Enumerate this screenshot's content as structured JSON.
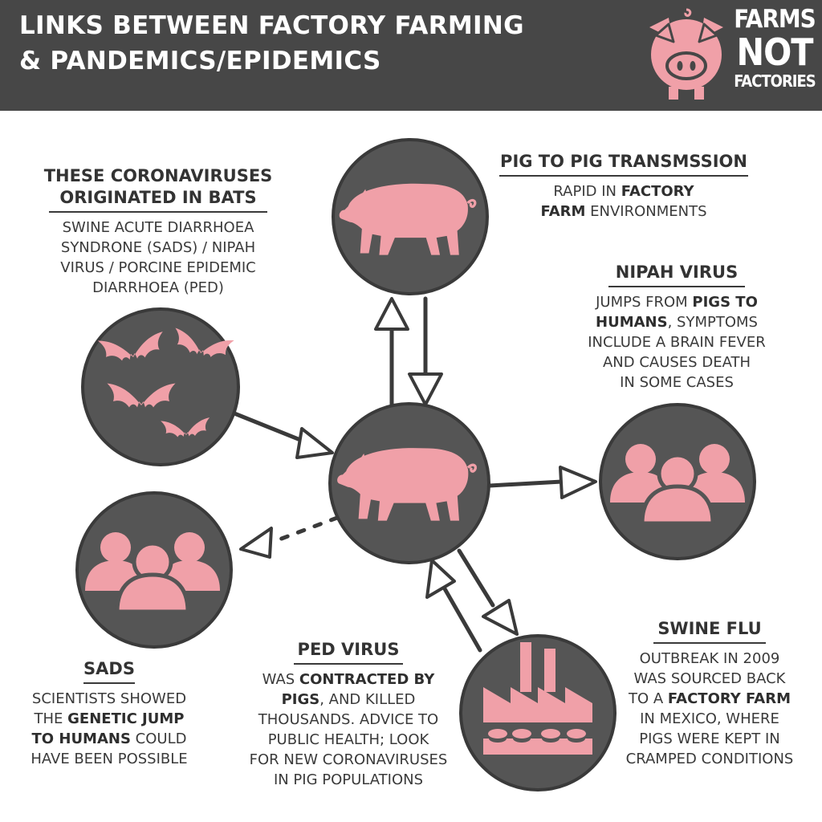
{
  "header": {
    "title_line1": "LINKS BETWEEN FACTORY FARMING",
    "title_line2": "& PANDEMICS/EPIDEMICS",
    "logo_line1": "FARMS",
    "logo_line2": "NOT",
    "logo_line3": "FACTORIES",
    "logo_icon": "pig-face-icon"
  },
  "colors": {
    "header_bg": "#474747",
    "circle_fill": "#555555",
    "accent_pink": "#f0a0a8",
    "text": "#3a3a3a"
  },
  "nodes": {
    "bats": {
      "heading_line1": "THESE CORONAVIRUSES",
      "heading_line2": "ORIGINATED IN BATS",
      "body": [
        "SWINE ACUTE DIARRHOEA",
        "SYNDRONE (SADS) / NIPAH",
        "VIRUS / PORCINE EPIDEMIC",
        "DIARRHOEA (PED)"
      ],
      "icon": "bats-icon"
    },
    "pig_to_pig": {
      "heading": "PIG TO PIG TRANSMSSION",
      "body_a": "RAPID IN ",
      "body_b": "FACTORY",
      "body_c": "FARM",
      "body_d": " ENVIRONMENTS",
      "icon": "pig-icon"
    },
    "nipah": {
      "heading": "NIPAH VIRUS",
      "body_a": "JUMPS FROM ",
      "body_b": "PIGS TO",
      "body_c": "HUMANS",
      "body_d": ", SYMPTOMS",
      "body_e": "INCLUDE A BRAIN FEVER",
      "body_f": "AND CAUSES DEATH",
      "body_g": "IN SOME CASES",
      "icon": "people-group-icon"
    },
    "sads": {
      "heading": "SADS",
      "body_a": "SCIENTISTS SHOWED",
      "body_b": "THE ",
      "body_c": "GENETIC JUMP",
      "body_d": "TO HUMANS",
      "body_e": " COULD",
      "body_f": "HAVE BEEN POSSIBLE",
      "icon": "people-group-icon"
    },
    "ped": {
      "heading": "PED VIRUS",
      "body_a": "WAS ",
      "body_b": "CONTRACTED BY",
      "body_c": "PIGS",
      "body_d": ", AND KILLED",
      "body_e": "THOUSANDS. ADVICE TO",
      "body_f": "PUBLIC HEALTH; LOOK",
      "body_g": "FOR NEW CORONAVIRUSES",
      "body_h": "IN PIG POPULATIONS"
    },
    "swine_flu": {
      "heading": "SWINE FLU",
      "body_a": "OUTBREAK IN 2009",
      "body_b": "WAS SOURCED BACK",
      "body_c": "TO A ",
      "body_d": "FACTORY FARM",
      "body_e": "IN MEXICO, WHERE",
      "body_f": "PIGS WERE KEPT IN",
      "body_g": "CRAMPED CONDITIONS",
      "icon": "factory-farm-icon"
    },
    "center": {
      "icon": "pig-icon"
    }
  }
}
